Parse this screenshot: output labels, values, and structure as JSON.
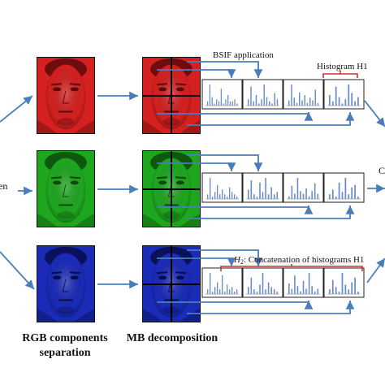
{
  "labels": {
    "bsif_application": "BSIF application",
    "histogram_h1": "Histogram H1",
    "h2_symbol": "H",
    "h2_subscript": "2",
    "concatenation": ": Concatenation of histograms H1",
    "left_cut_text": "en",
    "right_cut_text": "C",
    "caption_rgb_line1": "RGB components",
    "caption_rgb_line2": "separation",
    "caption_mb": "MB decomposition"
  },
  "colors": {
    "arrow": "#4a7ebb",
    "bar": "#6b8cc7",
    "brace": "#c0392b",
    "red_channel": "#d42020",
    "green_channel": "#1fa61f",
    "blue_channel": "#1a2bb8"
  },
  "rows": [
    {
      "channel": "red",
      "histograms": [
        [
          2,
          10,
          4,
          1,
          3,
          2,
          8,
          1,
          3,
          5,
          2,
          2,
          3,
          1
        ],
        [
          3,
          9,
          2,
          5,
          1,
          3,
          10,
          4,
          2,
          1,
          6,
          3
        ],
        [
          2,
          8,
          3,
          1,
          5,
          2,
          4,
          1,
          3,
          2,
          6,
          1
        ],
        [
          5,
          2,
          9,
          4,
          1,
          3,
          10,
          6,
          2,
          4
        ]
      ]
    },
    {
      "channel": "green",
      "histograms": [
        [
          2,
          9,
          1,
          3,
          6,
          2,
          4,
          2,
          1,
          5,
          3,
          2,
          1
        ],
        [
          4,
          8,
          2,
          1,
          7,
          3,
          9,
          2,
          5,
          2,
          3
        ],
        [
          1,
          5,
          2,
          8,
          3,
          2,
          4,
          1,
          3,
          6,
          2
        ],
        [
          2,
          4,
          1,
          7,
          3,
          9,
          2,
          5,
          6,
          1
        ]
      ]
    },
    {
      "channel": "blue",
      "histograms": [
        [
          2,
          9,
          1,
          3,
          5,
          2,
          8,
          1,
          4,
          2,
          3,
          1,
          2
        ],
        [
          3,
          7,
          2,
          1,
          4,
          9,
          2,
          5,
          3,
          2,
          1
        ],
        [
          4,
          2,
          7,
          3,
          1,
          5,
          2,
          8,
          3,
          1,
          2
        ],
        [
          2,
          6,
          3,
          1,
          9,
          4,
          2,
          5,
          7,
          1
        ]
      ]
    }
  ]
}
